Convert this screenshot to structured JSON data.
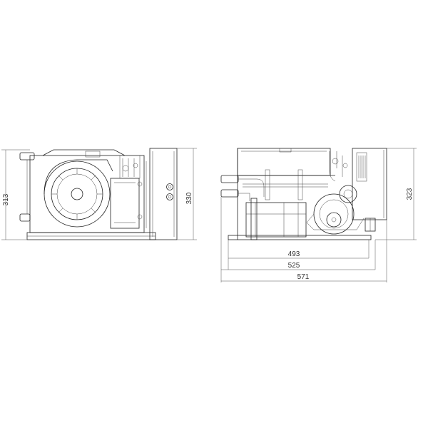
{
  "front_view": {
    "dimensions": {
      "height_left": "313",
      "height_right": "330"
    }
  },
  "side_view": {
    "dimensions": {
      "height_right": "323",
      "width_1": "493",
      "width_2": "525",
      "width_3": "571"
    }
  }
}
